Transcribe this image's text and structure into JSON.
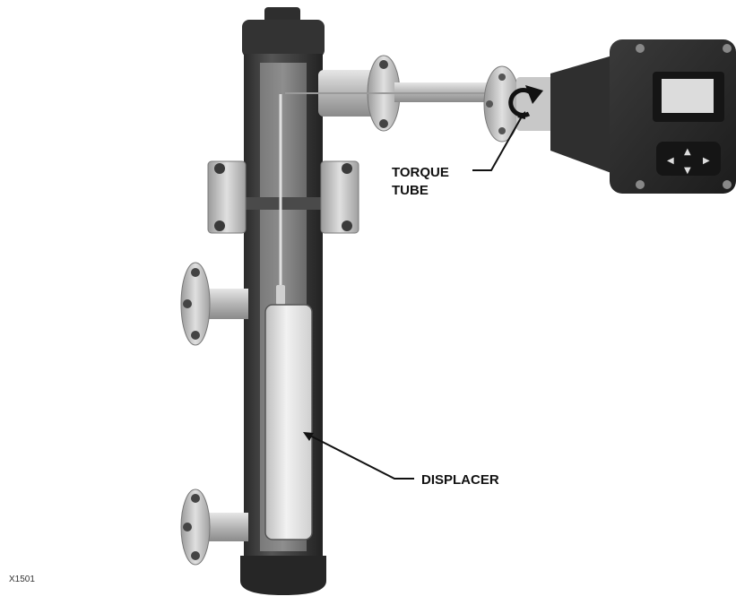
{
  "figure": {
    "callouts": {
      "torque_tube_line1": "TORQUE",
      "torque_tube_line2": "TUBE",
      "displacer": "DISPLACER"
    },
    "figure_id": "X1501"
  },
  "colors": {
    "body_dark": "#3a3a3a",
    "metal_light": "#c9c9c9",
    "displacer": "#e4e4e4",
    "controller_housing": "#2b2b2b",
    "display_screen": "#dcdcdc"
  }
}
